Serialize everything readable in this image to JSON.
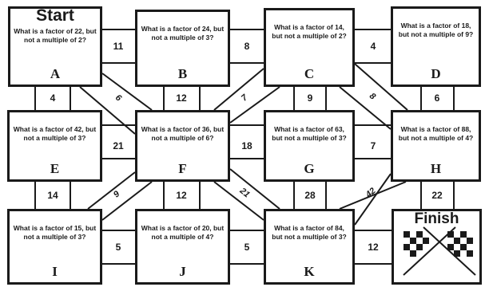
{
  "boxes": {
    "A": {
      "label": "A",
      "title": "Start",
      "question": "What is a factor of 22, but not a multiple of 2?"
    },
    "B": {
      "label": "B",
      "question": "What is a factor of 24, but not a multiple of 3?"
    },
    "C": {
      "label": "C",
      "question": "What is a factor of 14, but not a multiple of 2?"
    },
    "D": {
      "label": "D",
      "question": "What is a factor of 18, but not a multiple of 9?"
    },
    "E": {
      "label": "E",
      "question": "What is a factor of 42, but not a multiple of 3?"
    },
    "F": {
      "label": "F",
      "question": "What is a factor of 36, but not a multiple of 6?"
    },
    "G": {
      "label": "G",
      "question": "What is a factor of 63, but not a multiple of 3?"
    },
    "H": {
      "label": "H",
      "question": "What is a factor of 88, but not a multiple of 4?"
    },
    "I": {
      "label": "I",
      "question": "What is a factor of 15, but not a multiple of 3?"
    },
    "J": {
      "label": "J",
      "question": "What is a factor of 20, but not a multiple of 4?"
    },
    "K": {
      "label": "K",
      "question": "What is a factor of 84, but not a multiple of 3?"
    },
    "finish": {
      "title": "Finish"
    }
  },
  "path_numbers": {
    "AB": "11",
    "BC": "8",
    "CD": "4",
    "EF": "21",
    "FG": "18",
    "GH": "7",
    "IJ": "5",
    "JK": "5",
    "KFinish": "12",
    "AE": "4",
    "BF": "12",
    "CG": "9",
    "DH": "6",
    "EI": "14",
    "FJ": "12",
    "GK": "28",
    "HFinish": "22",
    "AF": "6",
    "FC": "7",
    "CH": "8",
    "FI": "9",
    "FK": "21",
    "KH": "42"
  },
  "colors": {
    "ink": "#1a1a1a",
    "paper": "#ffffff"
  }
}
